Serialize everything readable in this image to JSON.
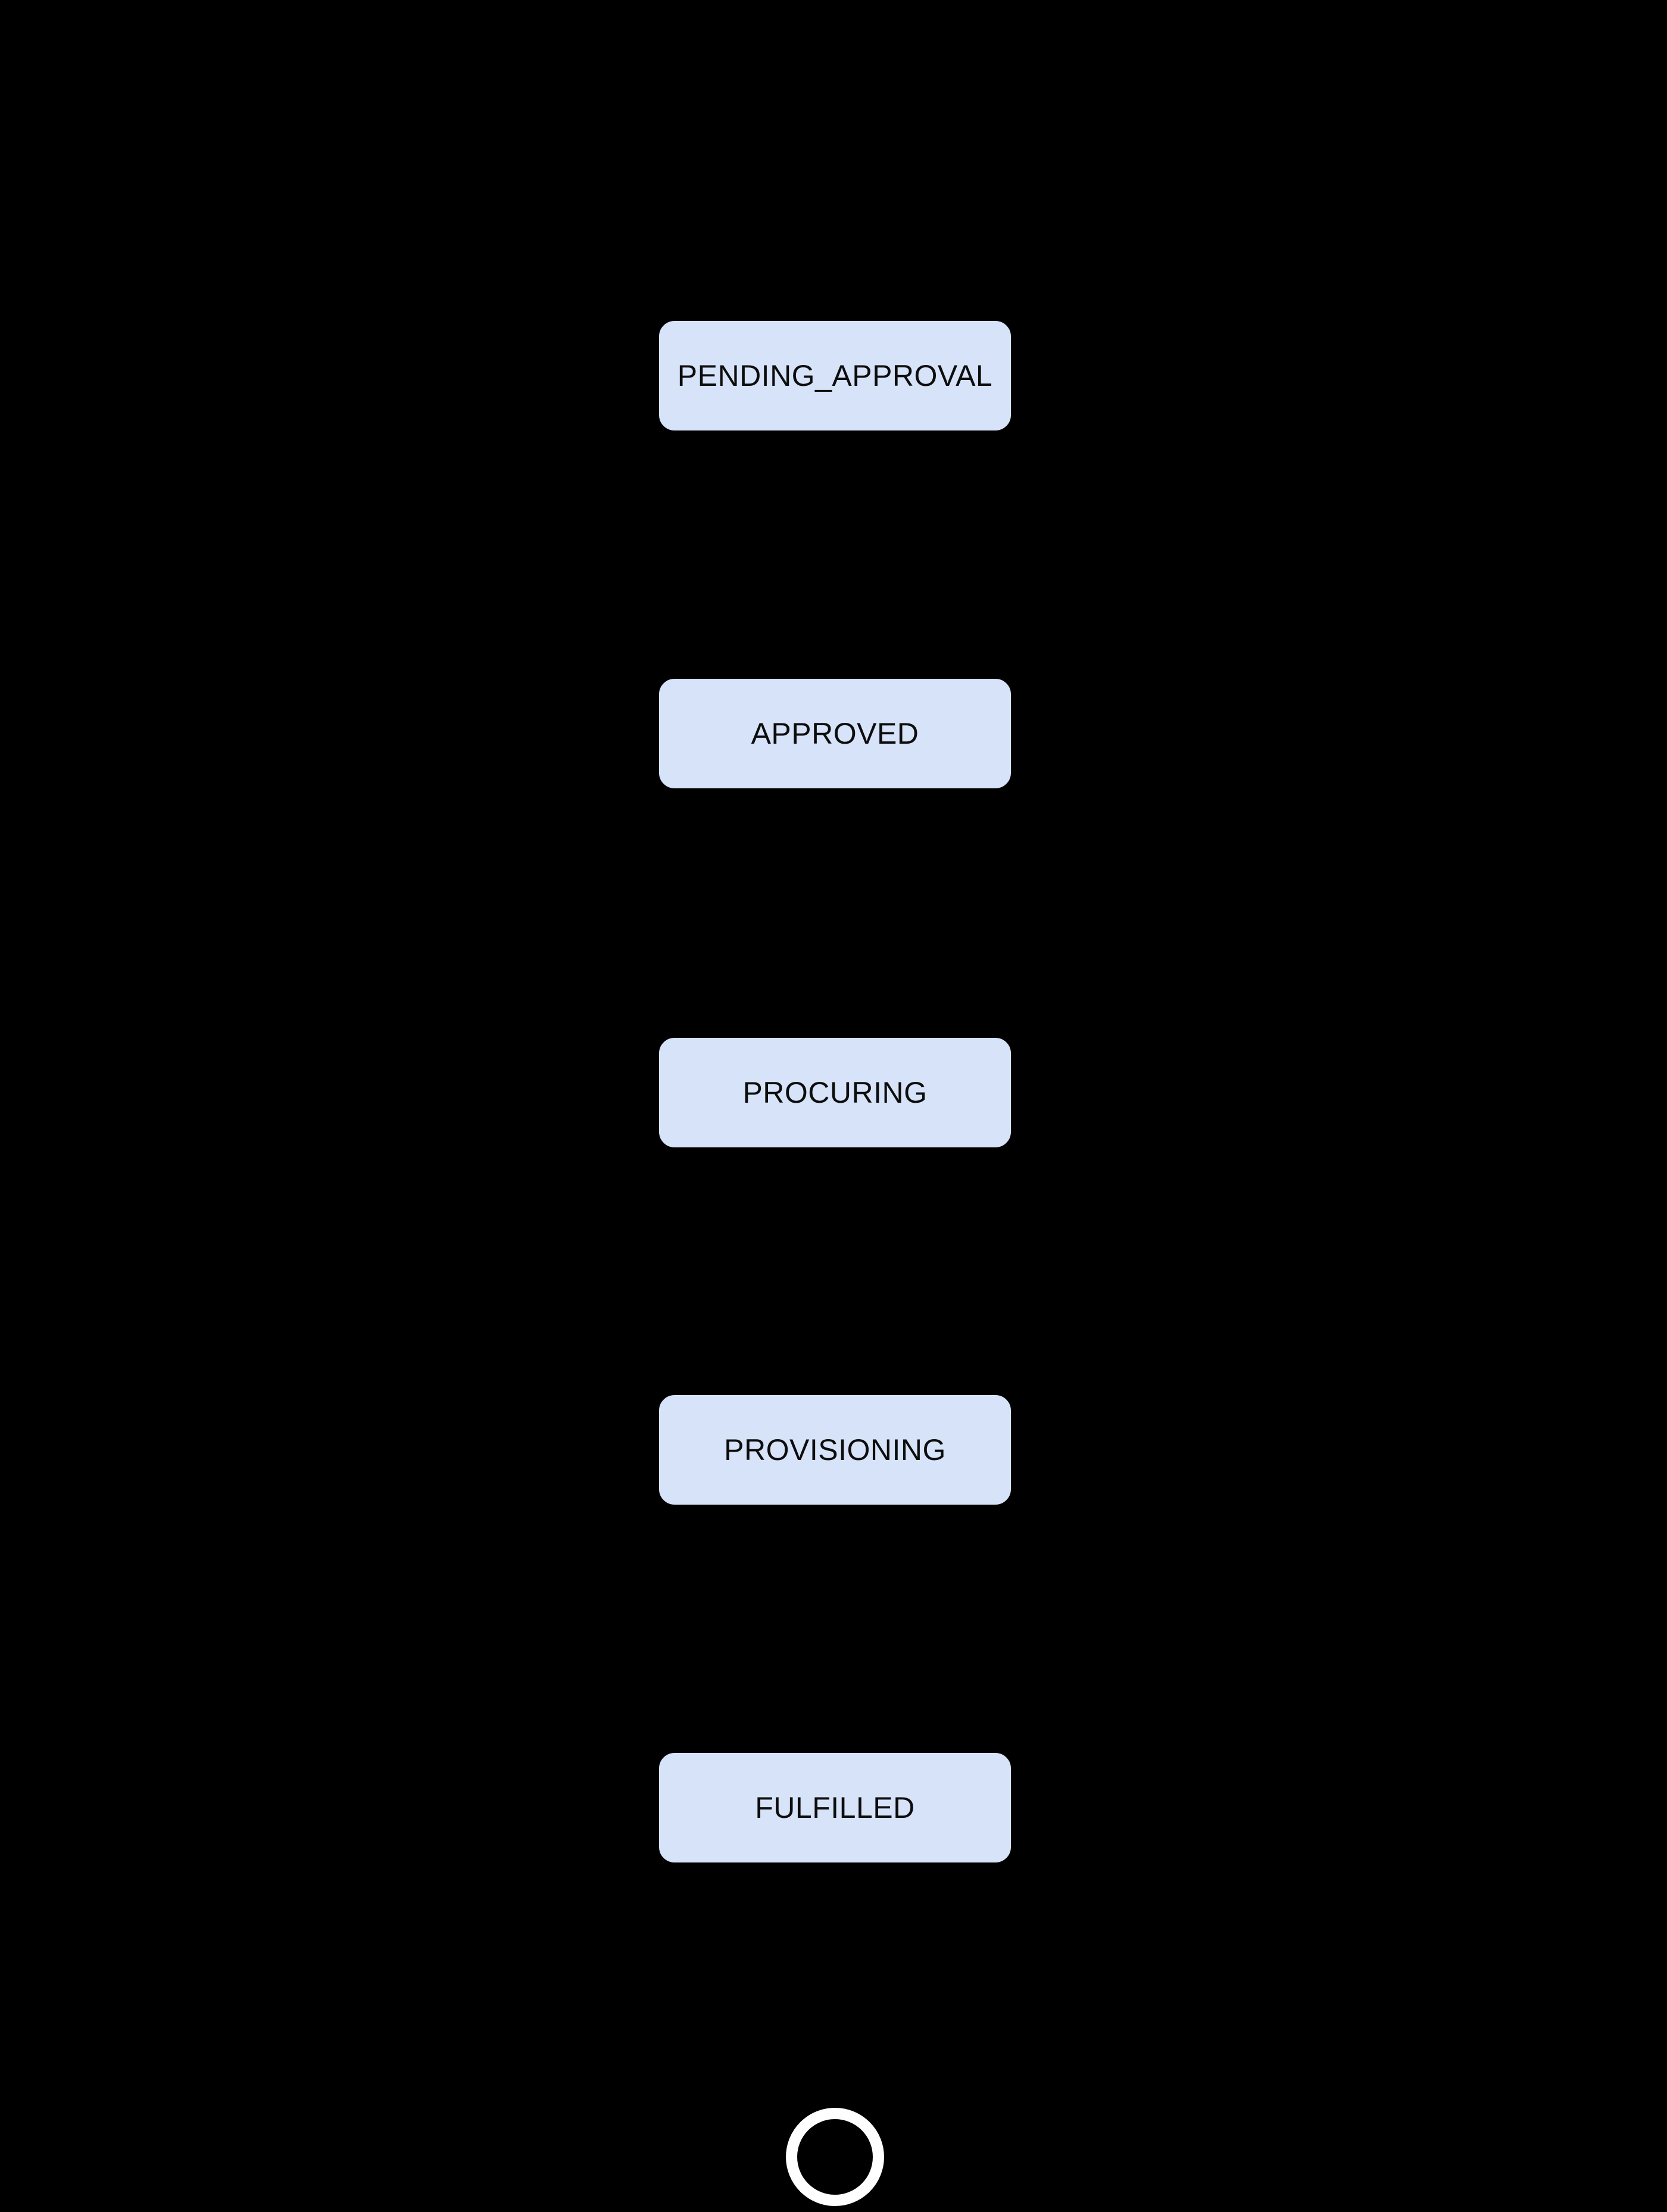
{
  "diagram": {
    "type": "state-diagram",
    "background_color": "#000000",
    "state_fill_color": "#d7e3f8",
    "state_text_color": "#0d0d0d",
    "final_ring_color": "#ffffff",
    "states": [
      {
        "id": "pending-approval",
        "label": "PENDING_APPROVAL"
      },
      {
        "id": "approved",
        "label": "APPROVED"
      },
      {
        "id": "procuring",
        "label": "PROCURING"
      },
      {
        "id": "provisioning",
        "label": "PROVISIONING"
      },
      {
        "id": "fulfilled",
        "label": "FULFILLED"
      }
    ],
    "end_marker": "final-state-ring"
  }
}
